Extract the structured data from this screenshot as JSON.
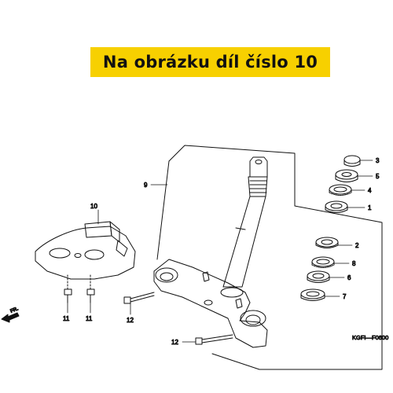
{
  "banner": {
    "text": "Na obrázku díl číslo 10"
  },
  "callouts": [
    "3",
    "5",
    "4",
    "1",
    "2",
    "8",
    "6",
    "7",
    "9",
    "10",
    "11",
    "11",
    "12",
    "12"
  ],
  "diagram_code": "KGFI—F0600",
  "direction_label": "FR.",
  "colors": {
    "banner": "#f7d000",
    "ink": "#111111"
  }
}
